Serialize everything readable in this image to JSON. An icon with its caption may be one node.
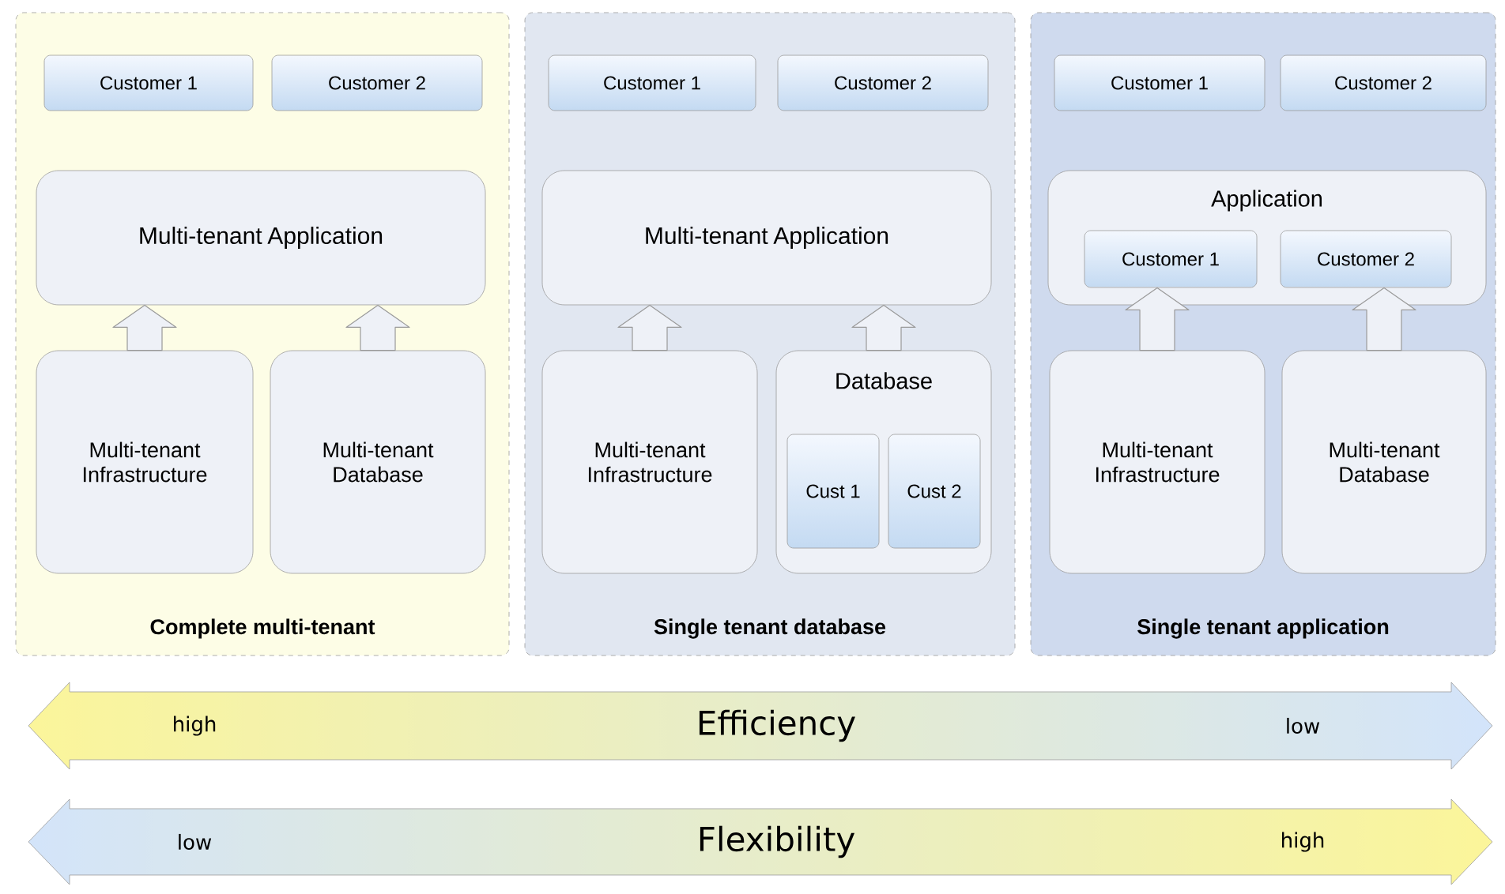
{
  "diagram": {
    "nodes": [
      {
        "text": [
          "Complete multi-tenant"
        ]
      },
      {
        "text": [
          "Customer 1"
        ],
        "in": 0
      },
      {
        "text": [
          "Customer 2"
        ],
        "in": 0
      },
      {
        "text": [
          "Multi-tenant Application"
        ],
        "in": 0
      },
      {
        "text": [
          "Multi-tenant Infrastructure"
        ],
        "in": 0
      },
      {
        "text": [
          "Multi-tenant Database"
        ],
        "in": 0
      },
      {
        "text": [
          "Single tenant database"
        ]
      },
      {
        "text": [
          "Customer 1"
        ],
        "in": 6
      },
      {
        "text": [
          "Customer 2"
        ],
        "in": 6
      },
      {
        "text": [
          "Multi-tenant Application"
        ],
        "in": 6
      },
      {
        "text": [
          "Multi-tenant Infrastructure"
        ],
        "in": 6
      },
      {
        "text": [
          "Database"
        ],
        "in": 6
      },
      {
        "text": [
          "Cust 1"
        ],
        "in": 11
      },
      {
        "text": [
          "Cust 2"
        ],
        "in": 11
      },
      {
        "text": [
          "Single tenant application"
        ]
      },
      {
        "text": [
          "Customer 1"
        ],
        "in": 14
      },
      {
        "text": [
          "Customer 2"
        ],
        "in": 14
      },
      {
        "text": [
          "Application"
        ],
        "in": 14
      },
      {
        "text": [
          "Customer 1"
        ],
        "in": 17
      },
      {
        "text": [
          "Customer 2"
        ],
        "in": 17
      },
      {
        "text": [
          "Multi-tenant Infrastructure"
        ],
        "in": 14
      },
      {
        "text": [
          "Multi-tenant Database"
        ],
        "in": 14
      },
      {
        "text": [
          "high",
          "Efficiency",
          "low"
        ]
      },
      {
        "text": [
          "low",
          "Flexibility",
          "high"
        ]
      }
    ],
    "edges": [
      {
        "from": 4,
        "to": 3,
        "arrow": "to"
      },
      {
        "from": 5,
        "to": 3,
        "arrow": "to"
      },
      {
        "from": 10,
        "to": 9,
        "arrow": "to"
      },
      {
        "from": 11,
        "to": 9,
        "arrow": "to"
      },
      {
        "from": 20,
        "to": 18,
        "arrow": "to"
      },
      {
        "from": 21,
        "to": 19,
        "arrow": "to"
      }
    ]
  }
}
